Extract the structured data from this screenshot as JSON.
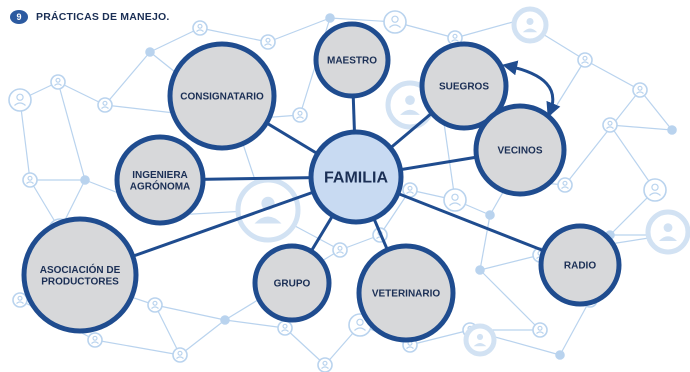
{
  "header": {
    "number": "9",
    "title": "PRÁCTICAS DE MANEJO."
  },
  "diagram": {
    "center": "FAMILIA",
    "nodes": [
      {
        "id": "maestro",
        "label": [
          "MAESTRO"
        ]
      },
      {
        "id": "consignatario",
        "label": [
          "CONSIGNATARIO"
        ]
      },
      {
        "id": "suegros",
        "label": [
          "SUEGROS"
        ]
      },
      {
        "id": "vecinos",
        "label": [
          "VECINOS"
        ]
      },
      {
        "id": "ingeniera",
        "label": [
          "INGENIERA",
          "AGRÓNOMA"
        ]
      },
      {
        "id": "asociacion",
        "label": [
          "ASOCIACIÓN DE",
          "PRODUCTORES"
        ]
      },
      {
        "id": "grupo",
        "label": [
          "GRUPO"
        ]
      },
      {
        "id": "veterinario",
        "label": [
          "VETERINARIO"
        ]
      },
      {
        "id": "radio",
        "label": [
          "RADIO"
        ]
      }
    ],
    "relation": {
      "from": "suegros",
      "to": "vecinos",
      "type": "bidirectional"
    }
  },
  "colors": {
    "node_fill": "#d7d8da",
    "node_stroke": "#1f4c8f",
    "center_fill": "#c8daf2",
    "edge": "#1f4c8f",
    "background_network": "#b9d3ee",
    "text": "#1b2f55"
  }
}
